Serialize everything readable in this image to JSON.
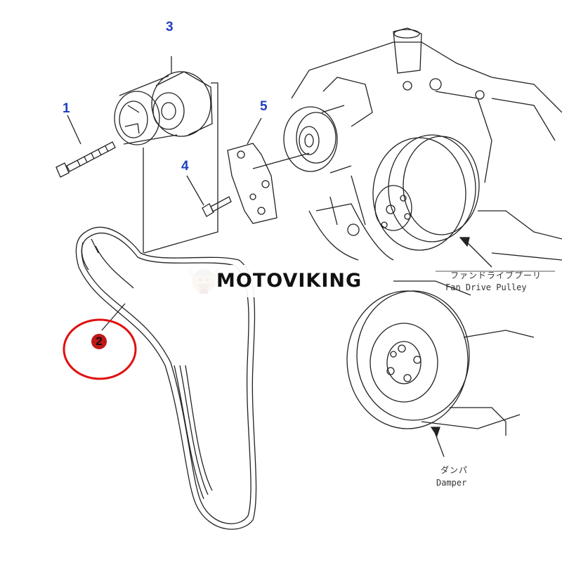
{
  "callouts": {
    "part1": "1",
    "part2": "2",
    "part3": "3",
    "part4": "4",
    "part5": "5"
  },
  "labels": {
    "fan_pulley_jp": "ファンドライブプーリ",
    "fan_pulley_en": "Fan Drive Pulley",
    "damper_jp": "ダンパ",
    "damper_en": "Damper"
  },
  "watermark": {
    "brand": "MOTOVIKING"
  },
  "colors": {
    "callout_blue": "#1f3fbf",
    "highlight_red": "#e01010",
    "line": "#222222"
  }
}
